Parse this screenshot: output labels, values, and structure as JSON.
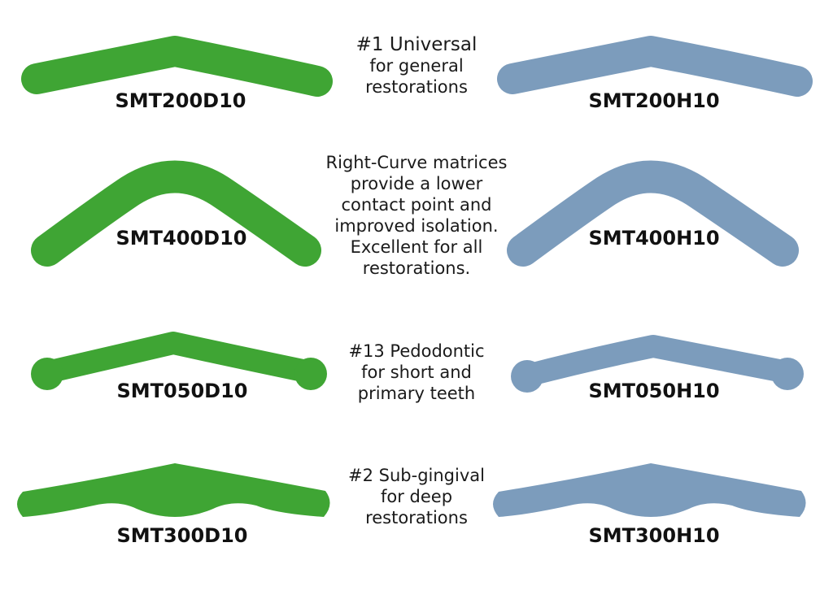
{
  "colors": {
    "dead_soft": "#3fa534",
    "hard": "#7c9cbc",
    "text": "#111111"
  },
  "rows": [
    {
      "shape": "universal",
      "left_code": "SMT200D10",
      "right_code": "SMT200H10",
      "description": [
        "#1 Universal",
        "for general",
        "restorations"
      ]
    },
    {
      "shape": "right-curve",
      "left_code": "SMT400D10",
      "right_code": "SMT400H10",
      "description": [
        "Right-Curve matrices",
        "provide a lower",
        "contact point and",
        "improved isolation.",
        "Excellent for all",
        "restorations."
      ]
    },
    {
      "shape": "pedodontic",
      "left_code": "SMT050D10",
      "right_code": "SMT050H10",
      "description": [
        "#13 Pedodontic",
        "for short and",
        "primary teeth"
      ]
    },
    {
      "shape": "sub-gingival",
      "left_code": "SMT300D10",
      "right_code": "SMT300H10",
      "description": [
        "#2 Sub-gingival",
        "for deep",
        "restorations"
      ]
    }
  ]
}
